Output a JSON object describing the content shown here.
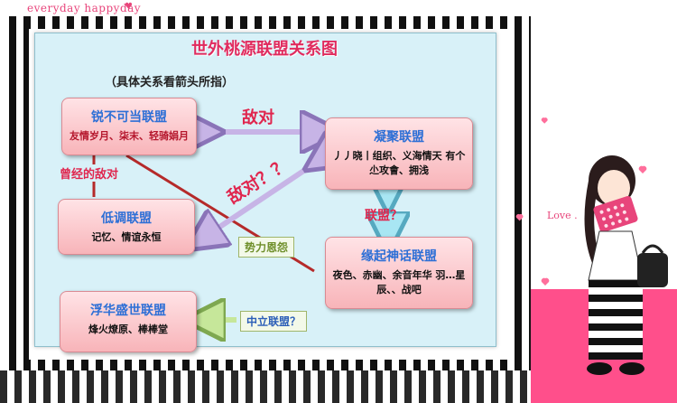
{
  "banner": {
    "text": "everyday happyday"
  },
  "diagram": {
    "title": "世外桃源联盟关系图",
    "subtitle": "（具体关系看箭头所指）",
    "nodes": [
      {
        "id": "ruibu",
        "name": "锐不可当联盟",
        "members": "友情岁月、柒末、轻骑娟月"
      },
      {
        "id": "ningju",
        "name": "凝聚联盟",
        "members": "丿丿晓丨组织、义海情天 有个尐攻會、拥浅"
      },
      {
        "id": "didiao",
        "name": "低调联盟",
        "members": "记忆、情谊永恒"
      },
      {
        "id": "yuanqi",
        "name": "缘起神话联盟",
        "members": "夜色、赤幽、余音年华 羽…星辰、、战吧"
      },
      {
        "id": "fuhua",
        "name": "浮华盛世联盟",
        "members": "烽火燎原、棒棒堂"
      }
    ],
    "labels": {
      "enemy": "敌对",
      "former_enemy": "曾经的敌对",
      "enemy_question": "敌对？？",
      "alliance_question": "联盟？",
      "grudge": "势力恩怨",
      "neutral": "中立联盟？"
    }
  },
  "decor": {
    "love_text": "Love ."
  }
}
